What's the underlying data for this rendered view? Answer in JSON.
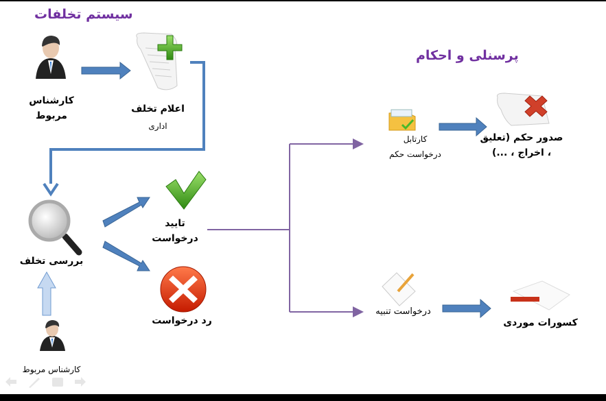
{
  "titles": {
    "violations_system": "سیستم تخلفات",
    "personnel_rulings": "پرسنلی و احکام"
  },
  "nodes": {
    "expert_top_line1": "کارشناس",
    "expert_top_line2": "مربوط",
    "declare_line1": "اعلام تخلف",
    "declare_line2": "اداری",
    "review": "بررسی تخلف",
    "expert_bottom": "کارشناس مربوط",
    "approve_line1": "تایید",
    "approve_line2": "درخواست",
    "reject": "رد درخواست",
    "cartable_line1": "کارتابل",
    "cartable_line2": "درخواست حکم",
    "ruling_line1": "صدور حکم (تعلیق",
    "ruling_line2": "، اخراج ، ...)",
    "punish_request": "درخواست تنبیه",
    "deductions": "کسورات موردی"
  },
  "colors": {
    "title": "#7030a0",
    "arrow_blue": "#4f81bd",
    "connector_purple": "#8064a2"
  }
}
